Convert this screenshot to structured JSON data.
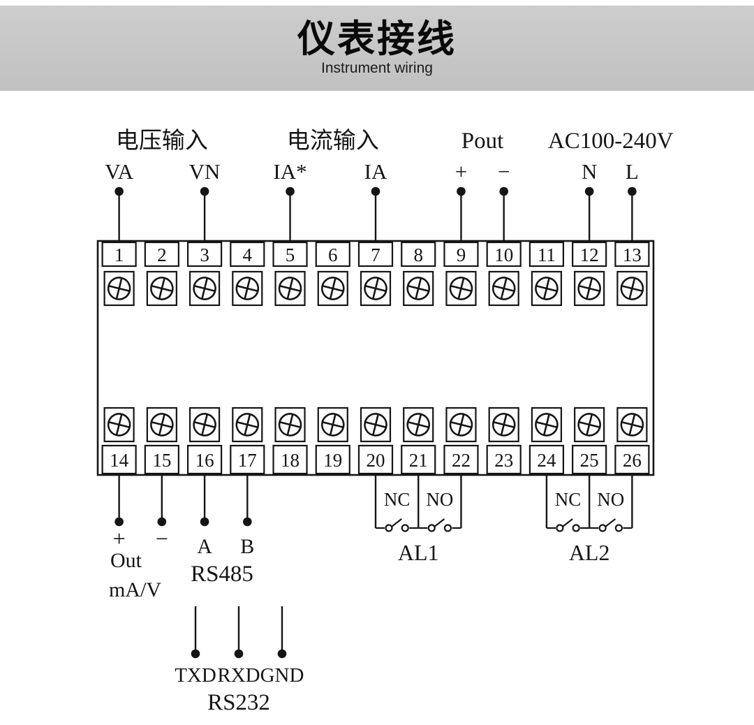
{
  "header": {
    "title": "仪表接线",
    "subtitle": "Instrument wiring"
  },
  "terminals": {
    "top": [
      "1",
      "2",
      "3",
      "4",
      "5",
      "6",
      "7",
      "8",
      "9",
      "10",
      "11",
      "12",
      "13"
    ],
    "bottom": [
      "14",
      "15",
      "16",
      "17",
      "18",
      "19",
      "20",
      "21",
      "22",
      "23",
      "24",
      "25",
      "26"
    ]
  },
  "top": {
    "groups": [
      {
        "label": "电压输入",
        "span": [
          1,
          3
        ]
      },
      {
        "label": "电流输入",
        "span": [
          5,
          7
        ]
      },
      {
        "label": "Pout",
        "span": [
          9,
          10
        ]
      },
      {
        "label": "AC100-240V",
        "span": [
          12,
          13
        ]
      }
    ],
    "pins": [
      {
        "terminal": 1,
        "label": "VA"
      },
      {
        "terminal": 3,
        "label": "VN"
      },
      {
        "terminal": 5,
        "label": "IA*"
      },
      {
        "terminal": 7,
        "label": "IA"
      },
      {
        "terminal": 9,
        "label": "+"
      },
      {
        "terminal": 10,
        "label": "−"
      },
      {
        "terminal": 12,
        "label": "N"
      },
      {
        "terminal": 13,
        "label": "L"
      }
    ]
  },
  "bottom": {
    "out": {
      "plus": "+",
      "minus": "−",
      "line1": "Out",
      "line2": "mA/V"
    },
    "rs485": {
      "a": "A",
      "b": "B",
      "label": "RS485"
    },
    "rs232": {
      "pins": [
        "TXD",
        "RXD",
        "GND"
      ],
      "label": "RS232"
    },
    "al1": {
      "nc": "NC",
      "no": "NO",
      "label": "AL1"
    },
    "al2": {
      "nc": "NC",
      "no": "NO",
      "label": "AL2"
    }
  },
  "colors": {
    "ink": "#151515",
    "banner_top": "#cdcdcd",
    "banner_bottom": "#c1c1c1"
  }
}
